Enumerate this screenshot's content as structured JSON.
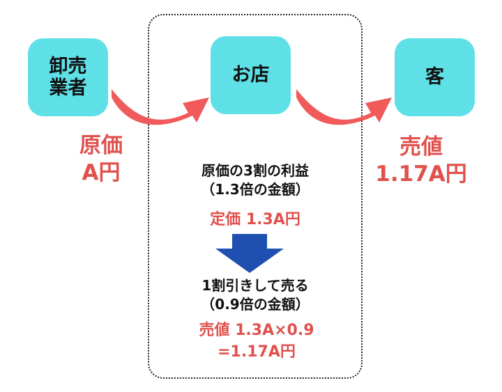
{
  "nodes": {
    "wholesaler": [
      "卸売",
      "業者"
    ],
    "shop": "お店",
    "customer": "客"
  },
  "labels": {
    "cost": [
      "原価",
      "A円"
    ],
    "selling": [
      "売値",
      "1.17A円"
    ]
  },
  "center": {
    "profit_line1": "原価の3割の利益",
    "profit_line2": "（1.3倍の金額）",
    "list_price": "定価 1.3A円",
    "discount_line1": "1割引きして売る",
    "discount_line2": "（0.9倍の金額）",
    "sale_calc_line1": "売値 1.3A×0.9",
    "sale_calc_line2": "=1.17A円"
  },
  "colors": {
    "box": "#5ee0e6",
    "arrow_red": "#f05a5a",
    "arrow_blue": "#1f4fb0",
    "text_red": "#e0514d"
  }
}
